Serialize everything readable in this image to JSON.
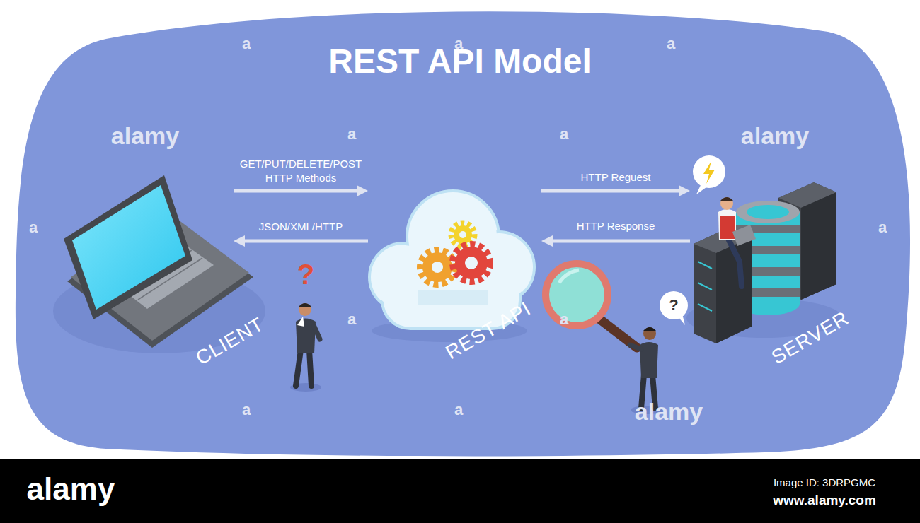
{
  "diagram": {
    "title": "REST API Model",
    "nodes": [
      {
        "text": [
          "CLIENT"
        ]
      },
      {
        "text": [
          "REST API"
        ]
      },
      {
        "text": [
          "SERVER"
        ]
      }
    ],
    "edges": [
      {
        "from": 0,
        "to": 1,
        "arrow": "to",
        "label": "GET/PUT/DELETE/POST HTTP Methods"
      },
      {
        "from": 1,
        "to": 0,
        "arrow": "to",
        "label": "JSON/XML/HTTP"
      },
      {
        "from": 1,
        "to": 2,
        "arrow": "to",
        "label": "HTTP Reguest"
      },
      {
        "from": 2,
        "to": 1,
        "arrow": "to",
        "label": "HTTP Response"
      }
    ],
    "labels": [
      "?",
      "?",
      "alamy",
      "alamy",
      "alamy",
      "a",
      "a",
      "a",
      "a",
      "a",
      "a",
      "a",
      "a",
      "a",
      "a",
      "a",
      "alamy",
      "Image ID: 3DRPGMC",
      "www.alamy.com"
    ]
  }
}
